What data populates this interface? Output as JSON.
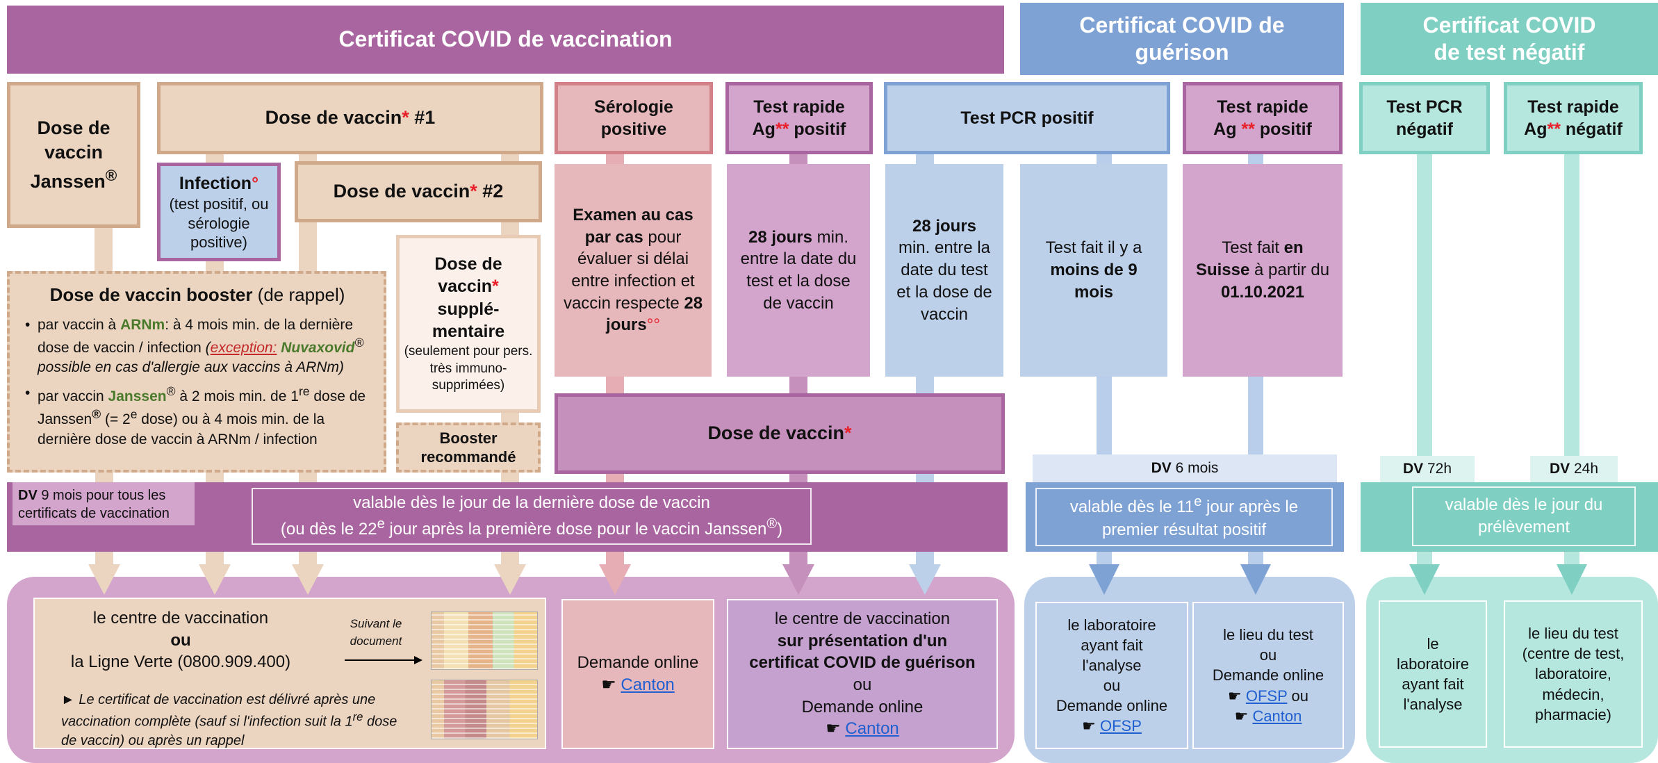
{
  "colors": {
    "purple": "#a9659f",
    "blue": "#7fa2d4",
    "teal": "#7fd0c2",
    "beige": "#ecd5c0",
    "red_text": "#e8202a"
  },
  "banners": {
    "vaccination": "Certificat COVID de vaccination",
    "guerison": "Certificat COVID de guérison",
    "test_negatif": "Certificat COVID de test négatif"
  },
  "boxes": {
    "janssen": {
      "l1": "Dose de",
      "l2": "vaccin",
      "l3": "Janssen",
      "sup": "®"
    },
    "dose1": {
      "text": "Dose de vaccin",
      "star": "*",
      "num": " #1"
    },
    "infection": {
      "title": "Infection",
      "mark": "°",
      "body": "(test positif, ou sérologie positive)"
    },
    "dose2": {
      "text": "Dose de vaccin",
      "star": "*",
      "num": " #2"
    },
    "serologie": "Sérologie positive",
    "test_rapide_pos": {
      "l1": "Test rapide",
      "l2a": "Ag",
      "stars": "**",
      "l2b": " positif"
    },
    "pcr_pos": "Test PCR positif",
    "test_rapide_pos2": {
      "l1": "Test rapide",
      "l2a": "Ag ",
      "stars": "**",
      "l2b": " positif"
    },
    "pcr_neg": {
      "l1": "Test PCR",
      "l2": "négatif"
    },
    "test_rapide_neg": {
      "l1": "Test rapide",
      "l2a": "Ag",
      "stars": "**",
      "l2b": " négatif"
    },
    "booster": {
      "title": "Dose de vaccin booster",
      "title_suffix": " (de rappel)",
      "b1_a": "par vaccin à ",
      "b1_arnm": "ARNm",
      "b1_b": ": à 4 mois min. de la dernière dose de vaccin / infection ",
      "b1_exc_open": "(",
      "b1_exc": "exception:",
      "b1_nuva": " Nuvaxovid",
      "b1_reg": "®",
      "b1_c": " possible en cas d'allergie aux vaccins à ARNm)",
      "b2_a": "par vaccin ",
      "b2_j": "Janssen",
      "b2_reg": "®",
      "b2_b": "  à 2 mois min. de 1",
      "b2_re": "re",
      "b2_c": " dose de Janssen",
      "b2_reg2": "®",
      "b2_d": " (= 2",
      "b2_e": "e",
      "b2_f": " dose) ou à 4 mois min. de la dernière dose de vaccin à ARNm / infection"
    },
    "supplementaire": {
      "l1": "Dose de",
      "l2": "vaccin",
      "star": "*",
      "l3": "supplé-",
      "l4": "mentaire",
      "note": "(seulement pour pers. très immuno-supprimées)"
    },
    "booster_rec": {
      "l1": "Booster",
      "l2": "recommandé"
    },
    "examen": {
      "b1": "Examen au cas par cas",
      "t": " pour évaluer si délai entre infection et vaccin respecte ",
      "b2": "28 jours",
      "mark": "°°"
    },
    "jours28a": {
      "b": "28 jours",
      "t": " min. entre la date du test et la dose de vaccin"
    },
    "jours28b": {
      "b": "28 jours",
      "t": " min. entre la date du test et la dose de vaccin"
    },
    "moins9": {
      "t": "Test fait il y a ",
      "b": "moins de 9 mois"
    },
    "suisse": {
      "t1": "Test fait ",
      "b1": "en Suisse",
      "t2": " à partir du ",
      "b2": "01.10.2021"
    },
    "dose_vaccin": {
      "text": "Dose de vaccin",
      "star": "*"
    }
  },
  "validity": {
    "dv_vacc_b": "DV",
    "dv_vacc": " 9 mois pour tous les certificats de vaccination",
    "vacc_l1": "valable dès le jour de la dernière dose de vaccin",
    "vacc_l2a": "(ou dès le 22",
    "vacc_sup": "e",
    "vacc_l2b": " jour après la première dose pour le vaccin Janssen",
    "vacc_reg": "®",
    "vacc_l2c": ")",
    "dv_6_b": "DV",
    "dv_6": " 6 mois",
    "guer_a": "valable dès le 11",
    "guer_sup": "e",
    "guer_b": " jour après le premier résultat positif",
    "dv_72_b": "DV",
    "dv_72": " 72h",
    "dv_24_b": "DV",
    "dv_24": " 24h",
    "test_text": "valable dès le jour du prélèvement"
  },
  "issuers": {
    "centre": {
      "l1": "le centre de vaccination",
      "ou": "ou",
      "l3": "la Ligne Verte (0800.909.400)"
    },
    "suivant": "Suivant le document",
    "note": {
      "a": "► Le certificat de vaccination est délivré après une vaccination complète (sauf si l'infection suit la 1",
      "sup": "re",
      "b": " dose de vaccin) ou après un rappel"
    },
    "demande": {
      "l1": "Demande online",
      "hand": "☛ ",
      "link": "Canton"
    },
    "centre2": {
      "l1": "le centre de vaccination",
      "b": "sur présentation d'un certificat COVID de guérison",
      "ou": "ou",
      "l3": "Demande online",
      "hand": "☛ ",
      "link": "Canton"
    },
    "labo": {
      "l1": "le laboratoire ayant fait l'analyse",
      "ou": "ou",
      "l3": "Demande online",
      "hand": "☛ ",
      "link": "OFSP"
    },
    "lieu": {
      "l1": "le lieu du test",
      "ou": "ou",
      "l3": "Demande online",
      "hand1": "☛ ",
      "link1": "OFSP",
      "ou2": " ou",
      "hand2": "☛ ",
      "link2": "Canton"
    },
    "labo2": "le laboratoire ayant fait l'analyse",
    "lieu2": "le lieu du test (centre de test, laboratoire, médecin, pharmacie)"
  }
}
